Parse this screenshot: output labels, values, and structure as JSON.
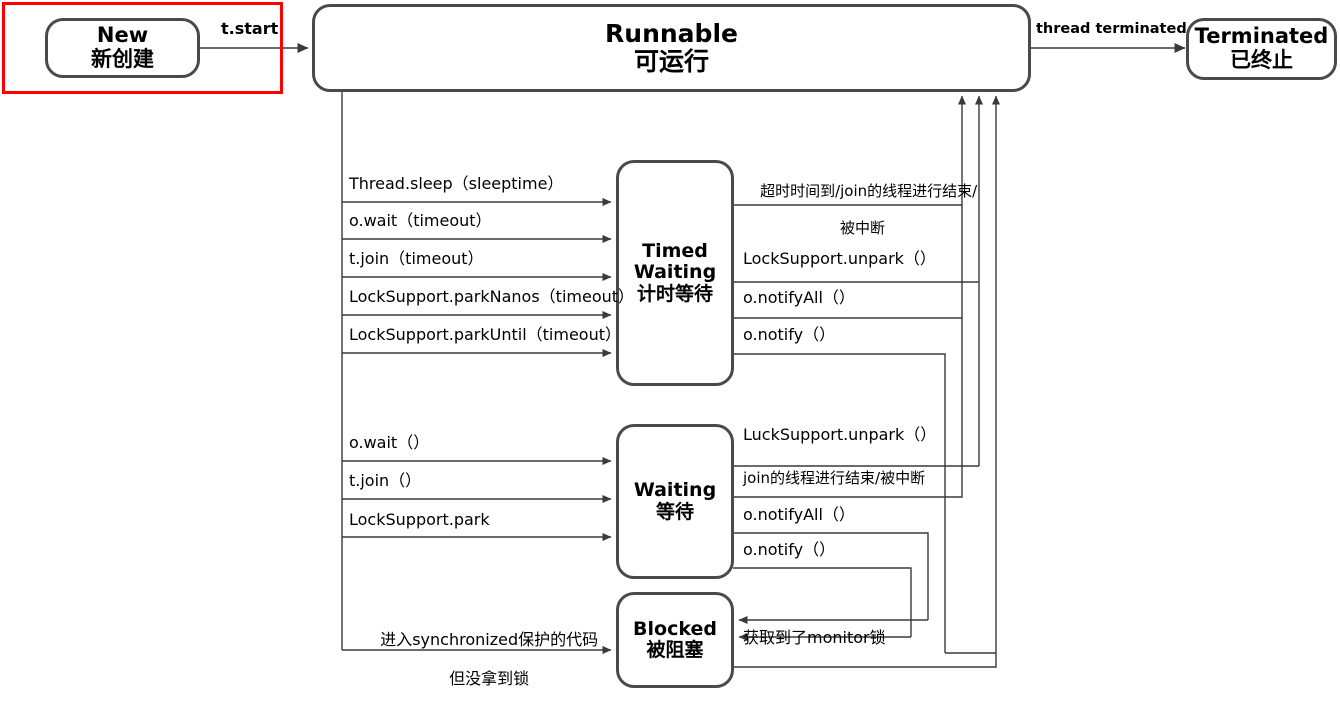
{
  "diagram": {
    "title": "Java Thread State Transition Diagram",
    "highlight": {
      "target": "new-state-node",
      "color": "#ff0000"
    },
    "colors": {
      "node_border": "#4a4a4a",
      "wire": "#3a3a3a",
      "highlight": "#ff0000",
      "background": "#ffffff"
    }
  },
  "nodes": [
    {
      "id": "new",
      "en": "New",
      "zh": "新创建"
    },
    {
      "id": "runnable",
      "en": "Runnable",
      "zh": "可运行"
    },
    {
      "id": "terminated",
      "en": "Terminated",
      "zh": "已终止"
    },
    {
      "id": "timed",
      "en": "Timed\nWaiting",
      "en_line1": "Timed",
      "en_line2": "Waiting",
      "zh": "计时等待"
    },
    {
      "id": "waiting",
      "en": "Waiting",
      "zh": "等待"
    },
    {
      "id": "blocked",
      "en": "Blocked",
      "zh": "被阻塞"
    }
  ],
  "edge_labels": {
    "start": "t.start",
    "terminated": "thread terminated",
    "to_timed": [
      "Thread.sleep（sleeptime）",
      "o.wait（timeout）",
      "t.join（timeout）",
      "LockSupport.parkNanos（timeout）",
      "LockSupport.parkUntil（timeout）"
    ],
    "from_timed": [
      "超时时间到/join的线程进行结束/\n被中断",
      "LockSupport.unpark（）",
      "o.notifyAll（）",
      "o.notify（）"
    ],
    "from_timed_line1": "超时时间到/join的线程进行结束/",
    "from_timed_line2": "被中断",
    "to_waiting": [
      "o.wait（）",
      "t.join（）",
      "LockSupport.park"
    ],
    "from_waiting": [
      "LuckSupport.unpark（）",
      "join的线程进行结束/被中断",
      "o.notifyAll（）",
      "o.notify（）"
    ],
    "to_blocked_line1": "进入synchronized保护的代码",
    "to_blocked_line2": "但没拿到锁",
    "from_blocked": "获取到了monitor锁"
  }
}
